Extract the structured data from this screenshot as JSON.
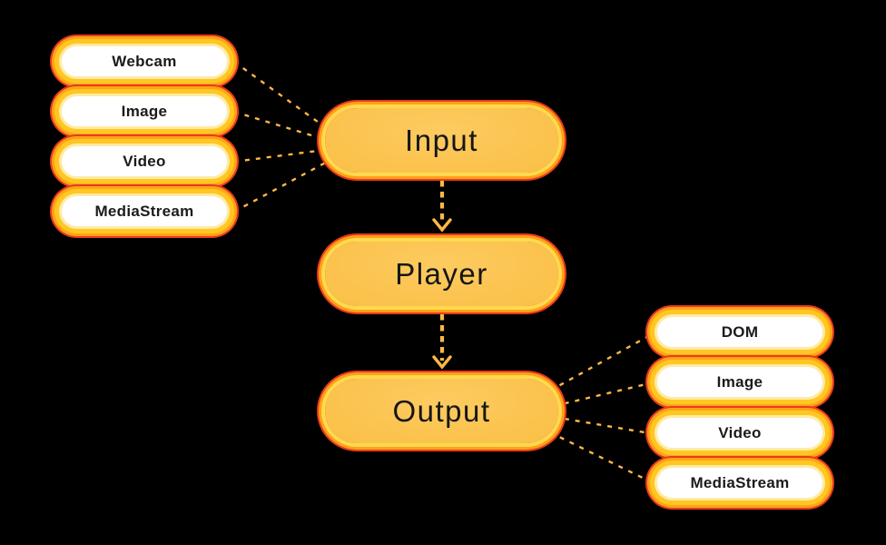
{
  "diagram": {
    "title": "media pipeline diagram",
    "nodes": {
      "input": {
        "label": "Input"
      },
      "player": {
        "label": "Player"
      },
      "output": {
        "label": "Output"
      }
    },
    "input_sources": [
      {
        "label": "Webcam"
      },
      {
        "label": "Image"
      },
      {
        "label": "Video"
      },
      {
        "label": "MediaStream"
      }
    ],
    "output_targets": [
      {
        "label": "DOM"
      },
      {
        "label": "Image"
      },
      {
        "label": "Video"
      },
      {
        "label": "MediaStream"
      }
    ],
    "edges": [
      "Webcam -> Input",
      "Image -> Input",
      "Video -> Input",
      "MediaStream -> Input",
      "Input -> Player",
      "Player -> Output",
      "Output -> DOM",
      "Output -> Image",
      "Output -> Video",
      "Output -> MediaStream"
    ],
    "colors": {
      "background": "#000000",
      "node_fill": "#FBC34E",
      "ring_yellow": "#FFD94F",
      "ring_gold": "#FFC722",
      "ring_orange": "#FFA017",
      "ring_red": "#E93A20",
      "pill_fill": "#FFFFFF",
      "connector": "#FFB845",
      "text": "#161616"
    }
  }
}
